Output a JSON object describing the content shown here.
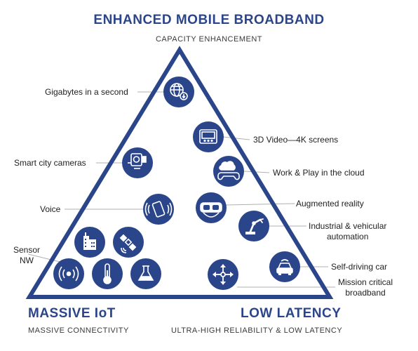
{
  "headings": {
    "top_title": "ENHANCED MOBILE BROADBAND",
    "top_subtitle": "CAPACITY ENHANCEMENT",
    "left_title": "MASSIVE IoT",
    "left_subtitle": "MASSIVE CONNECTIVITY",
    "right_title": "LOW LATENCY",
    "right_subtitle": "ULTRA-HIGH RELIABILITY & LOW LATENCY"
  },
  "labels": {
    "gigabytes": "Gigabytes in a second",
    "video_3d": "3D Video—4K screens",
    "smart_city": "Smart city cameras",
    "work_play": "Work & Play in the cloud",
    "voice": "Voice",
    "augmented": "Augmented reality",
    "industrial_1": "Industrial & vehicular",
    "industrial_2": "automation",
    "sensor_1": "Sensor",
    "sensor_2": "NW",
    "self_driving": "Self-driving car",
    "mission_1": "Mission critical",
    "mission_2": "broadband"
  },
  "icons": {
    "gigabytes": "globe-download-icon",
    "video_3d": "video-screen-icon",
    "smart_city": "security-camera-icon",
    "work_play": "game-controller-icon",
    "voice": "phone-vibrate-icon",
    "augmented": "vr-headset-icon",
    "industrial": "robot-arm-icon",
    "buildings": "buildings-icon",
    "satellite": "satellite-icon",
    "wireless": "wireless-signal-icon",
    "thermometer": "thermometer-icon",
    "flask": "flask-icon",
    "self_driving": "car-icon",
    "mission": "move-arrows-icon"
  },
  "colors": {
    "primary": "#2a4589",
    "line": "#b0b0b0"
  }
}
